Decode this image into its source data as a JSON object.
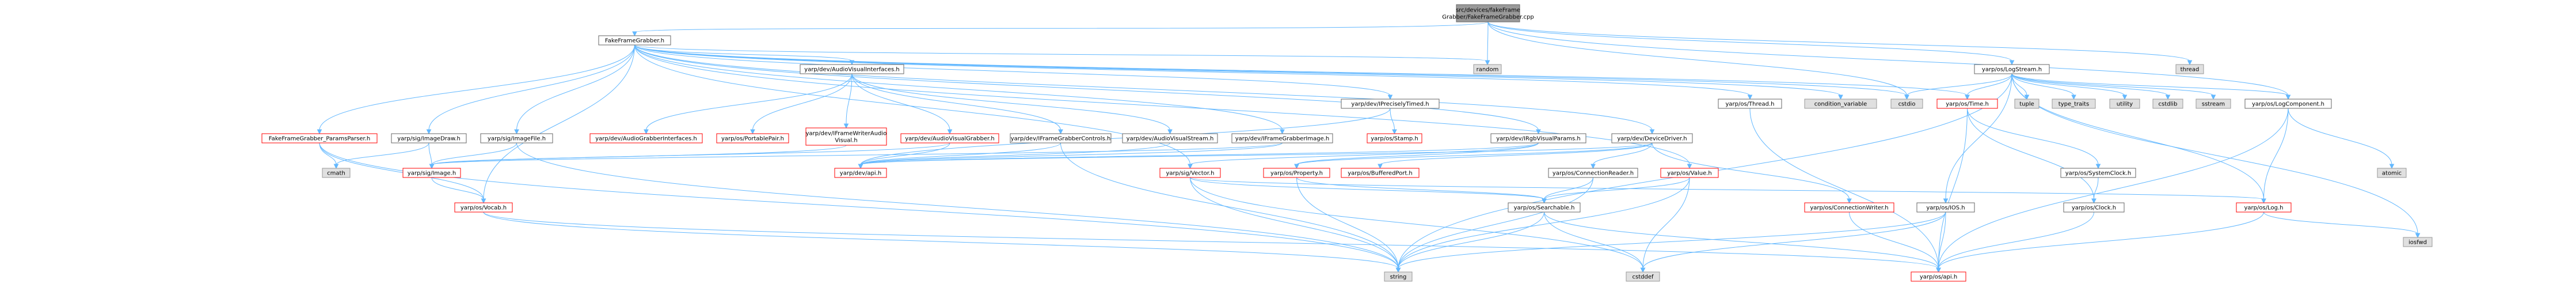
{
  "styles": {
    "root": {
      "fill": "#999999",
      "stroke": "#666666",
      "text": "#000000"
    },
    "normal": {
      "fill": "#ffffff",
      "stroke": "#666666",
      "text": "#000000"
    },
    "external": {
      "fill": "#e0e0e0",
      "stroke": "#999999",
      "text": "#000000"
    },
    "red": {
      "fill": "#ffffff",
      "stroke": "#ff0000",
      "text": "#000000"
    },
    "edge_color": "#63b8ff"
  },
  "nodes": [
    {
      "id": "root",
      "lines": [
        "src/devices/fakeFrame",
        "Grabber/FakeFrameGrabber.cpp"
      ],
      "style": "root"
    },
    {
      "id": "ffg_h",
      "lines": [
        "FakeFrameGrabber.h"
      ],
      "style": "normal"
    },
    {
      "id": "random",
      "lines": [
        "random"
      ],
      "style": "external"
    },
    {
      "id": "yarp_os_logstream",
      "lines": [
        "yarp/os/LogStream.h"
      ],
      "style": "normal"
    },
    {
      "id": "thread",
      "lines": [
        "thread"
      ],
      "style": "external"
    },
    {
      "id": "params_parser",
      "lines": [
        "FakeFrameGrabber_ParamsParser.h"
      ],
      "style": "red"
    },
    {
      "id": "imagedraw",
      "lines": [
        "yarp/sig/ImageDraw.h"
      ],
      "style": "normal"
    },
    {
      "id": "imagefile",
      "lines": [
        "yarp/sig/ImageFile.h"
      ],
      "style": "normal"
    },
    {
      "id": "audiograbberinterfaces",
      "lines": [
        "yarp/dev/AudioGrabberInterfaces.h"
      ],
      "style": "red"
    },
    {
      "id": "audiovisualinterfaces",
      "lines": [
        "yarp/dev/AudioVisualInterfaces.h"
      ],
      "style": "normal"
    },
    {
      "id": "portablepair",
      "lines": [
        "yarp/os/PortablePair.h"
      ],
      "style": "red"
    },
    {
      "id": "iframewriteraudiovisual",
      "lines": [
        "yarp/dev/IFrameWriterAudio",
        "Visual.h"
      ],
      "style": "red"
    },
    {
      "id": "audiovisualgrabber",
      "lines": [
        "yarp/dev/AudioVisualGrabber.h"
      ],
      "style": "red"
    },
    {
      "id": "iframegrabbercontrols",
      "lines": [
        "yarp/dev/IFrameGrabberControls.h"
      ],
      "style": "normal"
    },
    {
      "id": "audiovisualstream",
      "lines": [
        "yarp/dev/AudioVisualStream.h"
      ],
      "style": "normal"
    },
    {
      "id": "iframegrabberimage",
      "lines": [
        "yarp/dev/IFrameGrabberImage.h"
      ],
      "style": "normal"
    },
    {
      "id": "ipreciselytimed",
      "lines": [
        "yarp/dev/IPreciselyTimed.h"
      ],
      "style": "normal"
    },
    {
      "id": "stamp",
      "lines": [
        "yarp/os/Stamp.h"
      ],
      "style": "red"
    },
    {
      "id": "irgbvisualparams",
      "lines": [
        "yarp/dev/IRgbVisualParams.h"
      ],
      "style": "normal"
    },
    {
      "id": "devicedriver",
      "lines": [
        "yarp/dev/DeviceDriver.h"
      ],
      "style": "normal"
    },
    {
      "id": "os_thread",
      "lines": [
        "yarp/os/Thread.h"
      ],
      "style": "normal"
    },
    {
      "id": "condition_variable",
      "lines": [
        "condition_variable"
      ],
      "style": "external"
    },
    {
      "id": "cstdio",
      "lines": [
        "cstdio"
      ],
      "style": "external"
    },
    {
      "id": "os_time",
      "lines": [
        "yarp/os/Time.h"
      ],
      "style": "red"
    },
    {
      "id": "tuple",
      "lines": [
        "tuple"
      ],
      "style": "external"
    },
    {
      "id": "type_traits",
      "lines": [
        "type_traits"
      ],
      "style": "external"
    },
    {
      "id": "utility",
      "lines": [
        "utility"
      ],
      "style": "external"
    },
    {
      "id": "cstdlib",
      "lines": [
        "cstdlib"
      ],
      "style": "external"
    },
    {
      "id": "sstream",
      "lines": [
        "sstream"
      ],
      "style": "external"
    },
    {
      "id": "logcomponent",
      "lines": [
        "yarp/os/LogComponent.h"
      ],
      "style": "normal"
    },
    {
      "id": "systemclock",
      "lines": [
        "yarp/os/SystemClock.h"
      ],
      "style": "normal"
    },
    {
      "id": "atomic",
      "lines": [
        "atomic"
      ],
      "style": "external"
    },
    {
      "id": "cmath",
      "lines": [
        "cmath"
      ],
      "style": "external"
    },
    {
      "id": "sig_image",
      "lines": [
        "yarp/sig/Image.h"
      ],
      "style": "red"
    },
    {
      "id": "dev_api",
      "lines": [
        "yarp/dev/api.h"
      ],
      "style": "red"
    },
    {
      "id": "sig_vector",
      "lines": [
        "yarp/sig/Vector.h"
      ],
      "style": "red"
    },
    {
      "id": "os_property",
      "lines": [
        "yarp/os/Property.h"
      ],
      "style": "red"
    },
    {
      "id": "bufferedport",
      "lines": [
        "yarp/os/BufferedPort.h"
      ],
      "style": "red"
    },
    {
      "id": "connectionreader",
      "lines": [
        "yarp/os/ConnectionReader.h"
      ],
      "style": "normal"
    },
    {
      "id": "os_value",
      "lines": [
        "yarp/os/Value.h"
      ],
      "style": "red"
    },
    {
      "id": "connectionwriter",
      "lines": [
        "yarp/os/ConnectionWriter.h"
      ],
      "style": "red"
    },
    {
      "id": "os_vocab",
      "lines": [
        "yarp/os/Vocab.h"
      ],
      "style": "red"
    },
    {
      "id": "searchable",
      "lines": [
        "yarp/os/Searchable.h"
      ],
      "style": "normal"
    },
    {
      "id": "os_clock",
      "lines": [
        "yarp/os/Clock.h"
      ],
      "style": "normal"
    },
    {
      "id": "os_log",
      "lines": [
        "yarp/os/Log.h"
      ],
      "style": "red"
    },
    {
      "id": "os_ios",
      "lines": [
        "yarp/os/IOS.h"
      ],
      "style": "normal"
    },
    {
      "id": "iosfwd",
      "lines": [
        "iosfwd"
      ],
      "style": "external"
    },
    {
      "id": "string",
      "lines": [
        "string"
      ],
      "style": "external"
    },
    {
      "id": "cstddef",
      "lines": [
        "cstddef"
      ],
      "style": "external"
    },
    {
      "id": "os_api",
      "lines": [
        "yarp/os/api.h"
      ],
      "style": "red"
    }
  ],
  "edges": [
    [
      "root",
      "ffg_h"
    ],
    [
      "root",
      "random"
    ],
    [
      "root",
      "yarp_os_logstream"
    ],
    [
      "root",
      "thread"
    ],
    [
      "root",
      "cstdio"
    ],
    [
      "root",
      "logcomponent"
    ],
    [
      "ffg_h",
      "params_parser"
    ],
    [
      "ffg_h",
      "imagedraw"
    ],
    [
      "ffg_h",
      "imagefile"
    ],
    [
      "ffg_h",
      "audiovisualinterfaces"
    ],
    [
      "ffg_h",
      "iframegrabberimage"
    ],
    [
      "ffg_h",
      "ipreciselytimed"
    ],
    [
      "ffg_h",
      "irgbvisualparams"
    ],
    [
      "ffg_h",
      "devicedriver"
    ],
    [
      "ffg_h",
      "os_thread"
    ],
    [
      "ffg_h",
      "condition_variable"
    ],
    [
      "ffg_h",
      "random"
    ],
    [
      "ffg_h",
      "cstdio"
    ],
    [
      "ffg_h",
      "os_time"
    ],
    [
      "ffg_h",
      "sig_vector"
    ],
    [
      "ffg_h",
      "os_value"
    ],
    [
      "ffg_h",
      "os_vocab"
    ],
    [
      "params_parser",
      "cmath"
    ],
    [
      "params_parser",
      "os_vocab"
    ],
    [
      "params_parser",
      "string"
    ],
    [
      "imagedraw",
      "cmath"
    ],
    [
      "imagedraw",
      "sig_image"
    ],
    [
      "imagefile",
      "sig_image"
    ],
    [
      "imagefile",
      "string"
    ],
    [
      "audiovisualinterfaces",
      "audiograbberinterfaces"
    ],
    [
      "audiovisualinterfaces",
      "portablepair"
    ],
    [
      "audiovisualinterfaces",
      "iframewriteraudiovisual"
    ],
    [
      "audiovisualinterfaces",
      "audiovisualgrabber"
    ],
    [
      "audiovisualinterfaces",
      "iframegrabbercontrols"
    ],
    [
      "audiovisualinterfaces",
      "audiovisualstream"
    ],
    [
      "iframewriteraudiovisual",
      "sig_image"
    ],
    [
      "audiovisualgrabber",
      "sig_image"
    ],
    [
      "audiovisualgrabber",
      "dev_api"
    ],
    [
      "iframegrabbercontrols",
      "dev_api"
    ],
    [
      "iframegrabbercontrols",
      "string"
    ],
    [
      "audiovisualstream",
      "dev_api"
    ],
    [
      "iframegrabberimage",
      "sig_image"
    ],
    [
      "iframegrabberimage",
      "dev_api"
    ],
    [
      "ipreciselytimed",
      "stamp"
    ],
    [
      "ipreciselytimed",
      "dev_api"
    ],
    [
      "irgbvisualparams",
      "dev_api"
    ],
    [
      "irgbvisualparams",
      "sig_vector"
    ],
    [
      "irgbvisualparams",
      "os_property"
    ],
    [
      "devicedriver",
      "dev_api"
    ],
    [
      "devicedriver",
      "os_property"
    ],
    [
      "devicedriver",
      "bufferedport"
    ],
    [
      "devicedriver",
      "connectionreader"
    ],
    [
      "devicedriver",
      "connectionwriter"
    ],
    [
      "os_thread",
      "os_api"
    ],
    [
      "os_time",
      "os_api"
    ],
    [
      "os_time",
      "systemclock"
    ],
    [
      "os_time",
      "os_clock"
    ],
    [
      "yarp_os_logstream",
      "os_log"
    ],
    [
      "yarp_os_logstream",
      "os_time"
    ],
    [
      "yarp_os_logstream",
      "os_ios"
    ],
    [
      "yarp_os_logstream",
      "cstdio"
    ],
    [
      "yarp_os_logstream",
      "tuple"
    ],
    [
      "yarp_os_logstream",
      "type_traits"
    ],
    [
      "yarp_os_logstream",
      "utility"
    ],
    [
      "yarp_os_logstream",
      "cstdlib"
    ],
    [
      "yarp_os_logstream",
      "sstream"
    ],
    [
      "yarp_os_logstream",
      "string"
    ],
    [
      "yarp_os_logstream",
      "iosfwd"
    ],
    [
      "yarp_os_logstream",
      "logcomponent"
    ],
    [
      "logcomponent",
      "os_api"
    ],
    [
      "logcomponent",
      "os_log"
    ],
    [
      "logcomponent",
      "atomic"
    ],
    [
      "systemclock",
      "os_clock"
    ],
    [
      "sig_image",
      "os_vocab"
    ],
    [
      "sig_vector",
      "searchable"
    ],
    [
      "sig_vector",
      "string"
    ],
    [
      "sig_vector",
      "cstddef"
    ],
    [
      "sig_vector",
      "os_log"
    ],
    [
      "os_property",
      "searchable"
    ],
    [
      "os_property",
      "string"
    ],
    [
      "connectionreader",
      "searchable"
    ],
    [
      "connectionreader",
      "string"
    ],
    [
      "os_value",
      "searchable"
    ],
    [
      "os_value",
      "string"
    ],
    [
      "os_value",
      "cstddef"
    ],
    [
      "connectionwriter",
      "os_api"
    ],
    [
      "os_vocab",
      "os_api"
    ],
    [
      "os_vocab",
      "string"
    ],
    [
      "searchable",
      "os_api"
    ],
    [
      "searchable",
      "string"
    ],
    [
      "searchable",
      "cstddef"
    ],
    [
      "os_clock",
      "os_api"
    ],
    [
      "os_log",
      "os_api"
    ],
    [
      "os_log",
      "iosfwd"
    ],
    [
      "os_ios",
      "os_api"
    ],
    [
      "os_ios",
      "string"
    ],
    [
      "os_ios",
      "cstddef"
    ]
  ]
}
